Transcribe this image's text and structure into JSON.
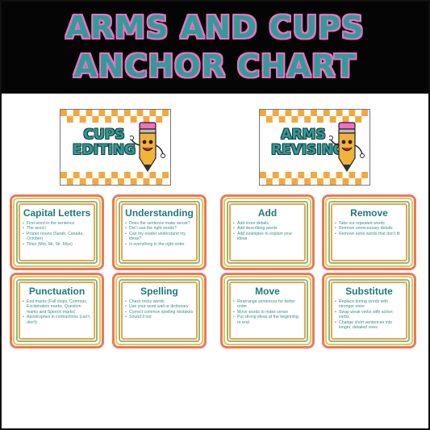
{
  "banner": {
    "line1": "ARMS AND CUPS",
    "line2": "ANCHOR CHART"
  },
  "headers": [
    {
      "title_line1": "CUPS",
      "title_line2": "EDITING"
    },
    {
      "title_line1": "ARMS",
      "title_line2": "REVISING"
    }
  ],
  "cards": [
    {
      "title": "Capital Letters",
      "items": [
        "First word in the sentence",
        "The word I",
        "Proper nouns (Sarah, Canada, October)",
        "Titles (Mrs, Mr, Sir, Miss)"
      ]
    },
    {
      "title": "Understanding",
      "items": [
        "Does the sentence make sense?",
        "Did I use the right words?",
        "Can my reader understand my ideas?",
        "Is everything in the right order"
      ]
    },
    {
      "title": "Add",
      "items": [
        "Add more details",
        "Add describing words",
        "Add examples to explain your ideas"
      ]
    },
    {
      "title": "Remove",
      "items": [
        "Take out repeated words",
        "Remove unnecessary details",
        "Remove extra words that don't fit"
      ]
    },
    {
      "title": "Punctuation",
      "items": [
        "End marks (Full stops, Commas, Exclamation marks, Question marks and Speech marks)",
        "Apostrophes in contractions (can't, don't)"
      ]
    },
    {
      "title": "Spelling",
      "items": [
        "Check tricky words",
        "Use your word wall or dictionary",
        "Correct common spelling mistakes",
        "Sound it out"
      ]
    },
    {
      "title": "Move",
      "items": [
        "Rearrange sentences for better order",
        "Move words to make sense",
        "Put strong ideas at the beginning or end"
      ]
    },
    {
      "title": "Substitute",
      "items": [
        "Replace boring words with stronger ones",
        "Swap weak verbs with action verbs",
        "Change short sentences into longer, detailed ones"
      ]
    }
  ],
  "colors": {
    "teal": "#2e9c9a",
    "pink": "#f06fc0",
    "orange": "#f2a93b",
    "coral": "#e87a5d"
  },
  "icons": [
    "pencil-mascot-icon"
  ]
}
